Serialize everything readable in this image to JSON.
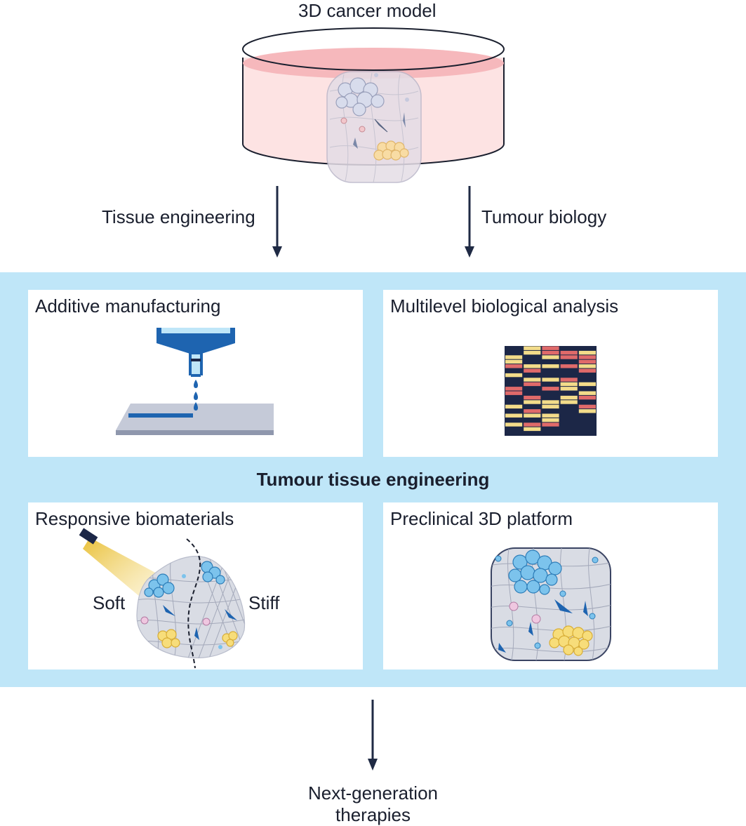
{
  "diagram": {
    "top_title": "3D cancer model",
    "left_arrow_label": "Tissue engineering",
    "right_arrow_label": "Tumour biology",
    "center_title": "Tumour tissue engineering",
    "panels": {
      "additive": "Additive manufacturing",
      "analysis": "Multilevel biological analysis",
      "biomaterials": "Responsive biomaterials",
      "platform": "Preclinical 3D platform"
    },
    "soft_label": "Soft",
    "stiff_label": "Stiff",
    "bottom_label_line1": "Next-generation",
    "bottom_label_line2": "therapies"
  },
  "colors": {
    "band": "#bfe6f8",
    "navy": "#1f2a44",
    "dish_fill": "#fde3e3",
    "medium": "#f6b8bc",
    "nozzle_blue": "#1e64b0",
    "heat_navy": "#1c2747",
    "heat_red": "#e06a6a",
    "heat_yellow": "#f3dc8a",
    "cell_blue": "#7cc3ec",
    "cell_yellow": "#f7dd7a",
    "gel_grey": "#d9dce4"
  }
}
